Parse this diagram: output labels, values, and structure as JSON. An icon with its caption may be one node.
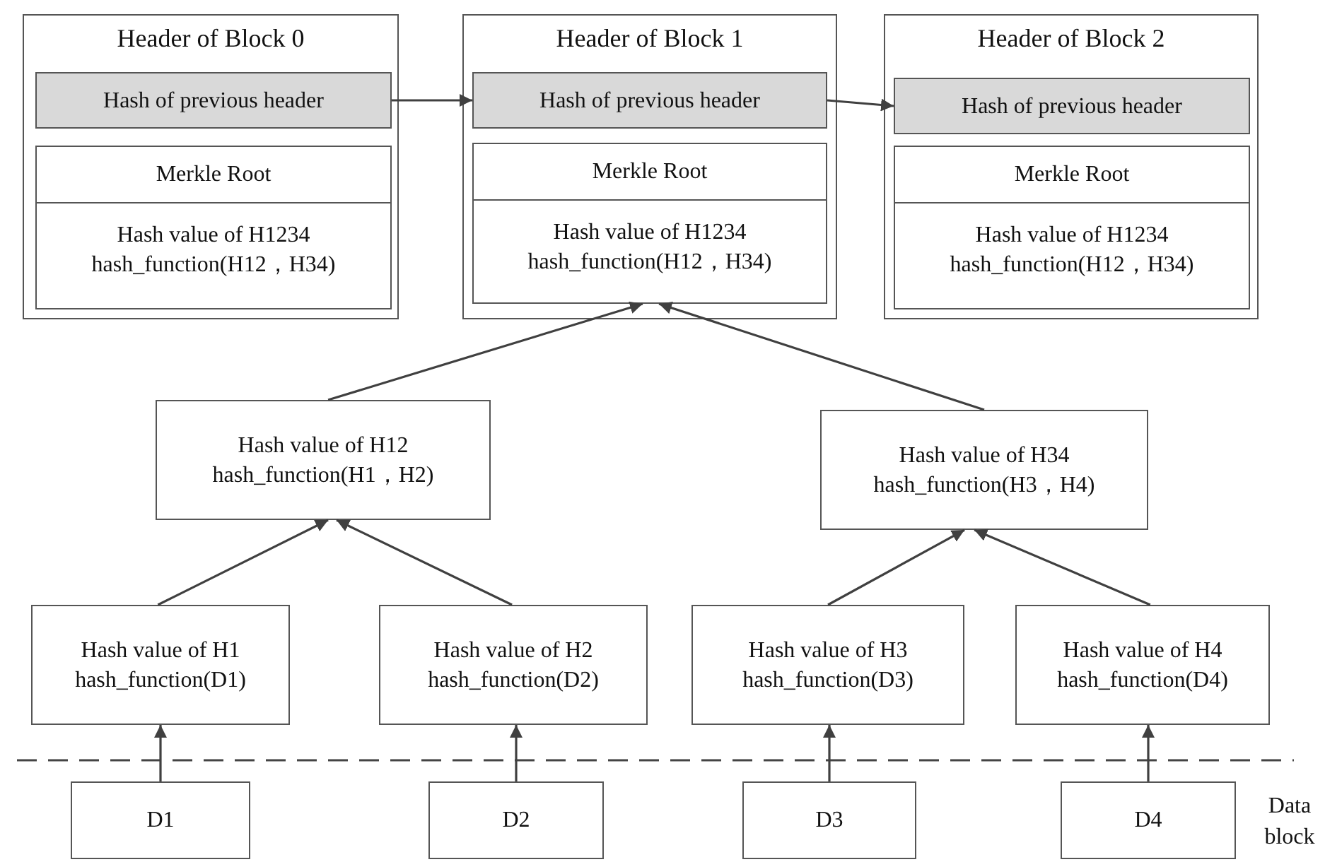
{
  "diagram": {
    "nodes": [
      {
        "text": [
          "Header of Block 0"
        ]
      },
      {
        "text": [
          "Hash of previous header"
        ],
        "in": 0
      },
      {
        "text": [
          "Merkle Root",
          "Hash value of H1234 hash_function(H12，H34)"
        ],
        "in": 0
      },
      {
        "text": [
          "Header of Block 1"
        ]
      },
      {
        "text": [
          "Hash of previous header"
        ],
        "in": 3
      },
      {
        "text": [
          "Merkle Root",
          "Hash value of H1234 hash_function(H12，H34)"
        ],
        "in": 3
      },
      {
        "text": [
          "Header of Block 2"
        ]
      },
      {
        "text": [
          "Hash of previous header"
        ],
        "in": 6
      },
      {
        "text": [
          "Merkle Root",
          "Hash value of H1234 hash_function(H12，H34)"
        ],
        "in": 6
      },
      {
        "text": [
          "Hash value of H12 hash_function(H1，H2)"
        ]
      },
      {
        "text": [
          "Hash value of H34 hash_function(H3，H4)"
        ]
      },
      {
        "text": [
          "Hash value of H1 hash_function(D1)"
        ]
      },
      {
        "text": [
          "Hash value of H2 hash_function(D2)"
        ]
      },
      {
        "text": [
          "Hash value of H3 hash_function(D3)"
        ]
      },
      {
        "text": [
          "Hash value of H4 hash_function(D4)"
        ]
      },
      {
        "text": [
          "D1"
        ]
      },
      {
        "text": [
          "D2"
        ]
      },
      {
        "text": [
          "D3"
        ]
      },
      {
        "text": [
          "D4"
        ]
      }
    ],
    "edges": [
      {
        "from": 1,
        "to": 4,
        "arrow": "to"
      },
      {
        "from": 4,
        "to": 7,
        "arrow": "to"
      },
      {
        "from": 9,
        "to": 5,
        "arrow": "to"
      },
      {
        "from": 10,
        "to": 5,
        "arrow": "to"
      },
      {
        "from": 11,
        "to": 9,
        "arrow": "to"
      },
      {
        "from": 12,
        "to": 9,
        "arrow": "to"
      },
      {
        "from": 13,
        "to": 10,
        "arrow": "to"
      },
      {
        "from": 14,
        "to": 10,
        "arrow": "to"
      },
      {
        "from": 15,
        "to": 11,
        "arrow": "to"
      },
      {
        "from": 16,
        "to": 12,
        "arrow": "to"
      },
      {
        "from": 17,
        "to": 13,
        "arrow": "to"
      },
      {
        "from": 18,
        "to": 14,
        "arrow": "to"
      }
    ],
    "labels": [
      "Data block"
    ]
  }
}
